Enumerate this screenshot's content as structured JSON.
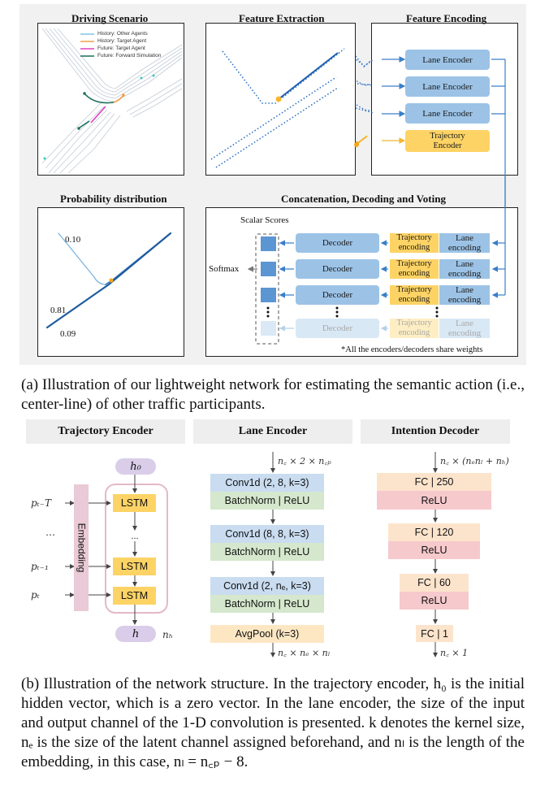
{
  "panel_a": {
    "titles": {
      "driving": "Driving Scenario",
      "extraction": "Feature Extraction",
      "encoding": "Feature Encoding",
      "probability": "Probability distribution",
      "concat": "Concatenation, Decoding and Voting"
    },
    "legend": [
      "History: Other Agents",
      "History: Target Agent",
      "Future: Target Agent",
      "Future: Forward Simulation"
    ],
    "legend_colors": [
      "#7ec6e6",
      "#f0a04b",
      "#e040c0",
      "#1a6e5a"
    ],
    "encoders": {
      "lane": "Lane Encoder",
      "trajectory": "Trajectory Encoder"
    },
    "probabilities": [
      "0.10",
      "0.81",
      "0.09"
    ],
    "scalar_scores": "Scalar Scores",
    "softmax": "Softmax",
    "decoder": "Decoder",
    "trajectory_encoding": "Trajectory encoding",
    "lane_encoding": "Lane encoding",
    "footnote": "*All the encoders/decoders share weights",
    "colors": {
      "blue_box": "#9cc3e6",
      "yellow_box": "#fdd365",
      "arrow": "#3a7fc9"
    }
  },
  "caption_a": "(a) Illustration of our lightweight network for estimating the semantic action (i.e., center-line) of other traffic participants.",
  "panel_b": {
    "headers": {
      "traj": "Trajectory Encoder",
      "lane": "Lane Encoder",
      "intent": "Intention Decoder"
    },
    "traj": {
      "h0": "h₀",
      "lstm": "LSTM",
      "embedding": "Embedding",
      "inputs": [
        "pₜ₋T",
        "…",
        "pₜ₋₁",
        "pₜ"
      ],
      "dots": "...",
      "h": "h",
      "nh": "nₕ"
    },
    "lane": {
      "input": "n꜀ × 2 × n꜀ₚ",
      "conv1": "Conv1d (2, 8, k=3)",
      "bn": "BatchNorm | ReLU",
      "conv2": "Conv1d (8, 8, k=3)",
      "conv3": "Conv1d (2, nₑ, k=3)",
      "pool": "AvgPool (k=3)",
      "output": "n꜀ × nₑ × nₗ"
    },
    "intent": {
      "input": "n꜀ × (nₑnₗ + nₕ)",
      "fc1": "FC | 250",
      "relu": "ReLU",
      "fc2": "FC | 120",
      "fc3": "FC | 60",
      "fc4": "FC | 1",
      "output": "n꜀ × 1"
    },
    "colors": {
      "conv": "#c9dcf0",
      "bn": "#d5e8cd",
      "pool": "#fde7c3",
      "fc": "#fce4cc",
      "relu": "#f6c9cc",
      "lstm": "#fdd365",
      "embedding": "#e9cad6",
      "hnode": "#d9cde9"
    }
  },
  "caption_b": "(b) Illustration of the network structure. In the trajectory encoder, h₀ is the initial hidden vector, which is a zero vector. In the lane encoder, the size of the input and output channel of the 1-D convolution is presented. k denotes the kernel size, nₑ is the size of the latent channel assigned beforehand, and nₗ is the length of the embedding, in this case, nₗ = n꜀ₚ − 8."
}
